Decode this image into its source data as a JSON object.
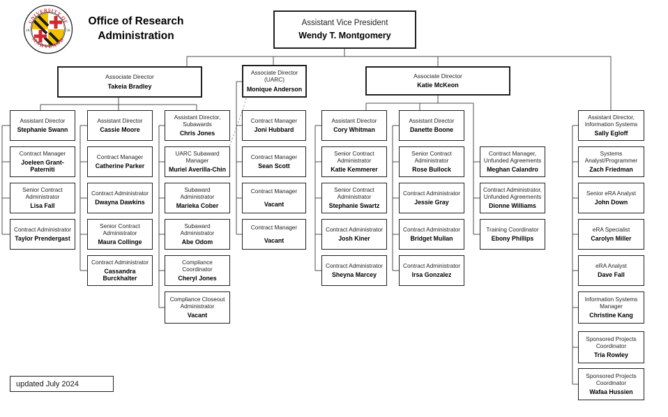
{
  "header": {
    "title_line1": "Office of Research",
    "title_line2": "Administration",
    "logo": {
      "arc_top": "UNIVERSITY OF",
      "arc_bottom": "MARYLAND",
      "year_left": "18",
      "year_right": "56",
      "red": "#d12a2e",
      "gold": "#f2c200",
      "black": "#1a1a1a"
    }
  },
  "avp": {
    "title": "Assistant Vice President",
    "name": "Wendy T. Montgomery"
  },
  "directors": [
    {
      "title": "Associate Director",
      "name": "Takeia Bradley"
    },
    {
      "title": "Associate Director",
      "subtitle": "(UARC)",
      "name": "Monique Anderson"
    },
    {
      "title": "Associate Director",
      "name": "Katie McKeon"
    }
  ],
  "columns": [
    {
      "boxes": [
        {
          "title": "Assistant Director",
          "name": "Stephanie Swann"
        },
        {
          "title": "Contract Manager",
          "name": "Joeleen Grant-Paterniti"
        },
        {
          "title": "Senior Contract Administrator",
          "name": "Lisa Fall"
        },
        {
          "title": "Contract Administrator",
          "name": "Taylor Prendergast"
        }
      ]
    },
    {
      "boxes": [
        {
          "title": "Assistant Director",
          "name": "Cassie Moore"
        },
        {
          "title": "Contract Manager",
          "name": "Catherine Parker"
        },
        {
          "title": "Contract Administrator",
          "name": "Dwayna Dawkins"
        },
        {
          "title": "Senior Contract Administrator",
          "name": "Maura Collinge"
        },
        {
          "title": "Contract Administrator",
          "name": "Cassandra Burckhalter"
        }
      ]
    },
    {
      "boxes": [
        {
          "title": "Assistant Director, Subawards",
          "name": "Chris Jones"
        },
        {
          "title": "UARC Subaward Manager",
          "name": "Muriel Averilla-Chin"
        },
        {
          "title": "Subaward Administrator",
          "name": "Marieka Cober"
        },
        {
          "title": "Subaward Administrator",
          "name": "Abe Odom"
        },
        {
          "title": "Compliance Coordinator",
          "name": "Cheryl Jones"
        },
        {
          "title": "Compliance Closeout Administrator",
          "name": "Vacant"
        }
      ]
    },
    {
      "boxes": [
        {
          "title": "Contract Manager",
          "name": "Joni Hubbard"
        },
        {
          "title": "Contract Manager",
          "name": "Sean Scott"
        },
        {
          "title": "Contract Manager",
          "name": "Vacant"
        },
        {
          "title": "Contract Manager",
          "name": "Vacant"
        }
      ]
    },
    {
      "boxes": [
        {
          "title": "Assistant Director",
          "name": "Cory Whitman"
        },
        {
          "title": "Senior Contract Administrator",
          "name": "Katie Kemmerer"
        },
        {
          "title": "Senior Contract Administrator",
          "name": "Stephanie Swartz"
        },
        {
          "title": "Contract Administrator",
          "name": "Josh Kiner"
        },
        {
          "title": "Contract Administrator",
          "name": "Sheyna Marcey"
        }
      ]
    },
    {
      "boxes": [
        {
          "title": "Assistant Director",
          "name": "Danette Boone"
        },
        {
          "title": "Senior Contract Administrator",
          "name": "Rose Bullock"
        },
        {
          "title": "Contract Administrator",
          "name": "Jessie Gray"
        },
        {
          "title": "Contract Administrator",
          "name": "Bridget Mullan"
        },
        {
          "title": "Contract Administrator",
          "name": "Irsa Gonzalez"
        }
      ]
    },
    {
      "boxes": [
        {
          "title": "Contract Manager, Unfunded Agreements",
          "name": "Meghan Calandro"
        },
        {
          "title": "Contract Administrator, Unfunded Agreements",
          "name": "Dionne Williams"
        },
        {
          "title": "Training Coordinator",
          "name": "Ebony Phillips"
        }
      ]
    },
    {
      "boxes": [
        {
          "title": "Assistant Director, Information Systems",
          "name": "Sally Egloff"
        },
        {
          "title": "Systems Analyst/Programmer",
          "name": "Zach Friedman"
        },
        {
          "title": "Senior eRA Analyst",
          "name": "John Down"
        },
        {
          "title": "eRA Specialist",
          "name": "Carolyn Miller"
        },
        {
          "title": "eRA Analyst",
          "name": "Dave Fall"
        },
        {
          "title": "Information Systems Manager",
          "name": "Christine Kang"
        },
        {
          "title": "Sponsored Projects Coordinator",
          "name": "Tria Rowley"
        },
        {
          "title": "Sponsored Projects Coordinator",
          "name": "Wafaa Hussien"
        }
      ]
    }
  ],
  "footer": {
    "updated": "updated July 2024"
  }
}
